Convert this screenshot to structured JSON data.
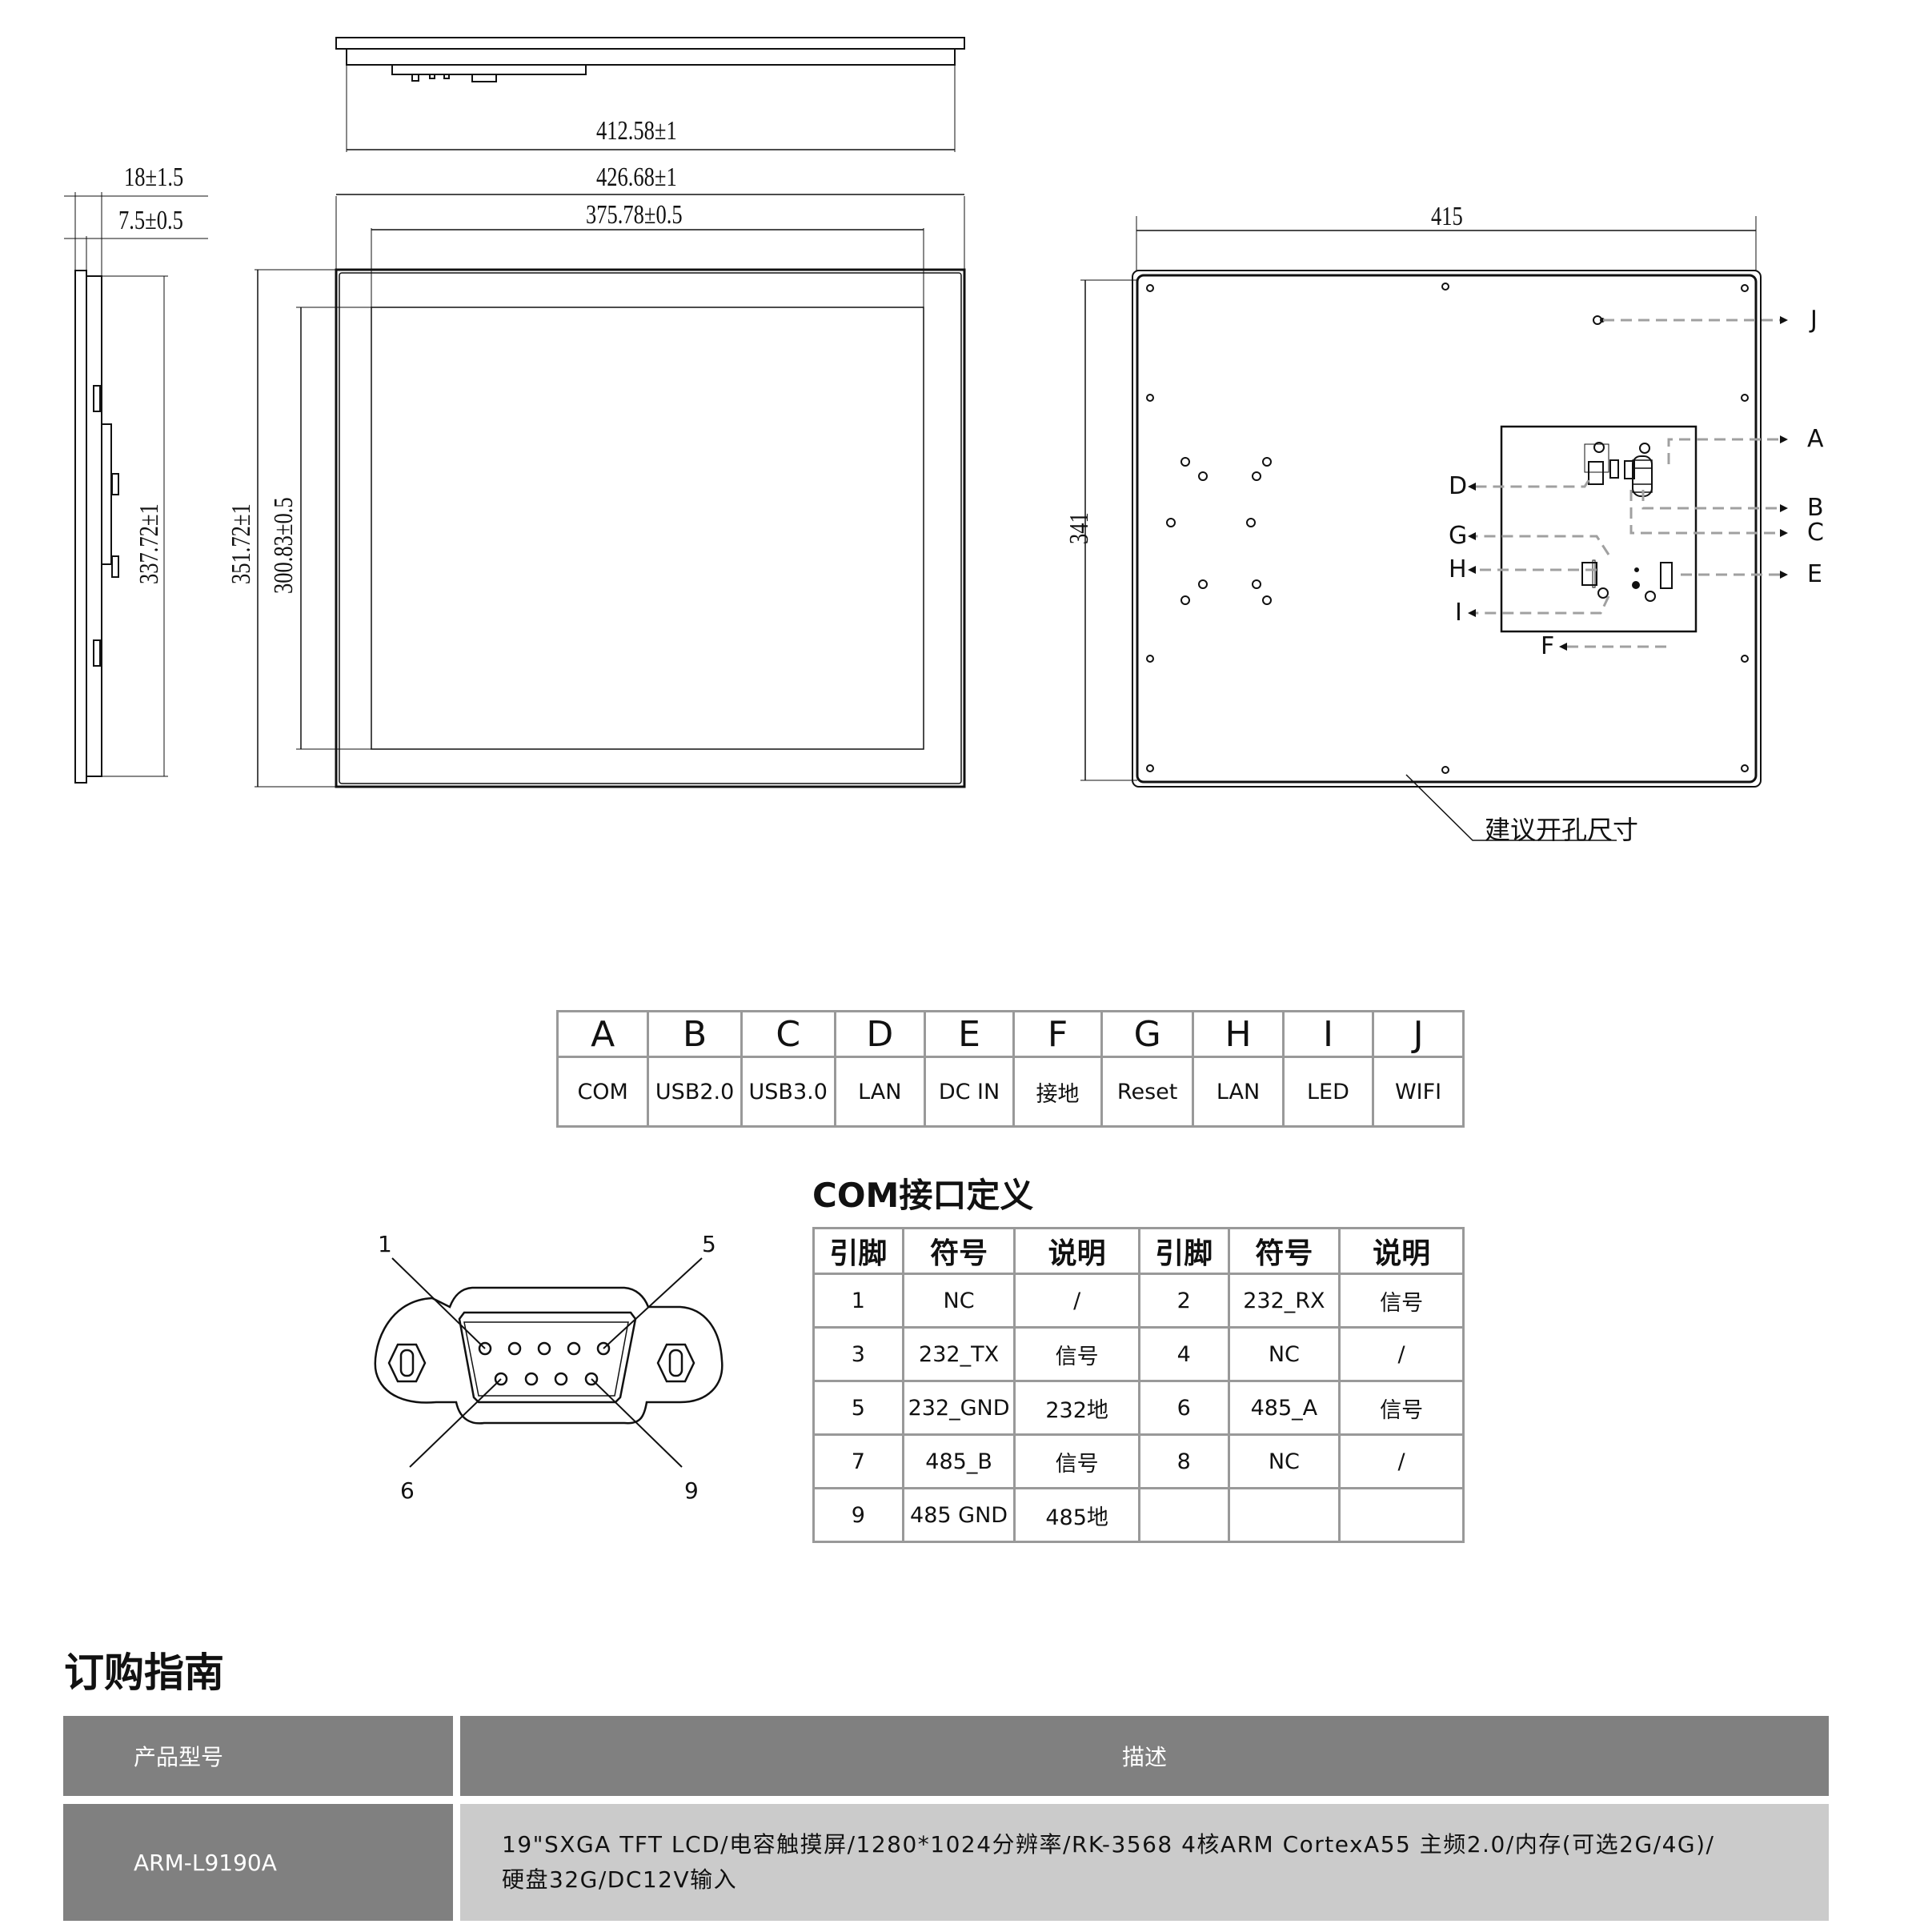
{
  "drawing": {
    "top_view": {
      "width_dim": "412.58±1"
    },
    "side_view": {
      "depth_total": "18±1.5",
      "depth_front": "7.5±0.5",
      "height_dim": "337.72±1"
    },
    "front_view": {
      "outer_width": "426.68±1",
      "screen_width": "375.78±0.5",
      "outer_height": "351.72±1",
      "screen_height": "300.83±0.5"
    },
    "back_view": {
      "cutout_width": "415",
      "cutout_height": "341",
      "cutout_note": "建议开孔尺寸",
      "callouts": [
        "A",
        "B",
        "C",
        "D",
        "E",
        "F",
        "G",
        "H",
        "I",
        "J"
      ]
    }
  },
  "ports_table": {
    "letters": [
      "A",
      "B",
      "C",
      "D",
      "E",
      "F",
      "G",
      "H",
      "I",
      "J"
    ],
    "names": [
      "COM",
      "USB2.0",
      "USB3.0",
      "LAN",
      "DC IN",
      "接地",
      "Reset",
      "LAN",
      "LED",
      "WIFI"
    ]
  },
  "com": {
    "title": "COM接口定义",
    "headers": [
      "引脚",
      "符号",
      "说明",
      "引脚",
      "符号",
      "说明"
    ],
    "rows": [
      [
        "1",
        "NC",
        "/",
        "2",
        "232_RX",
        "信号"
      ],
      [
        "3",
        "232_TX",
        "信号",
        "4",
        "NC",
        "/"
      ],
      [
        "5",
        "232_GND",
        "232地",
        "6",
        "485_A",
        "信号"
      ],
      [
        "7",
        "485_B",
        "信号",
        "8",
        "NC",
        "/"
      ],
      [
        "9",
        "485 GND",
        "485地",
        "",
        "",
        ""
      ]
    ],
    "connector_pins": {
      "top_left": "1",
      "top_right": "5",
      "bottom_left": "6",
      "bottom_right": "9"
    }
  },
  "ordering": {
    "title": "订购指南",
    "headers": {
      "model": "产品型号",
      "description": "描述"
    },
    "rows": [
      {
        "model": "ARM-L9190A",
        "desc_line1": "19\"SXGA TFT LCD/电容触摸屏/1280*1024分辨率/RK-3568 4核ARM CortexA55 主频2.0/内存(可选2G/4G)/",
        "desc_line2": "硬盘32G/DC12V输入"
      }
    ]
  },
  "colors": {
    "header_gray": "#808080",
    "row_light": "#cbcbcb",
    "table_border": "#999999",
    "dash_gray": "#a0a0a0"
  }
}
